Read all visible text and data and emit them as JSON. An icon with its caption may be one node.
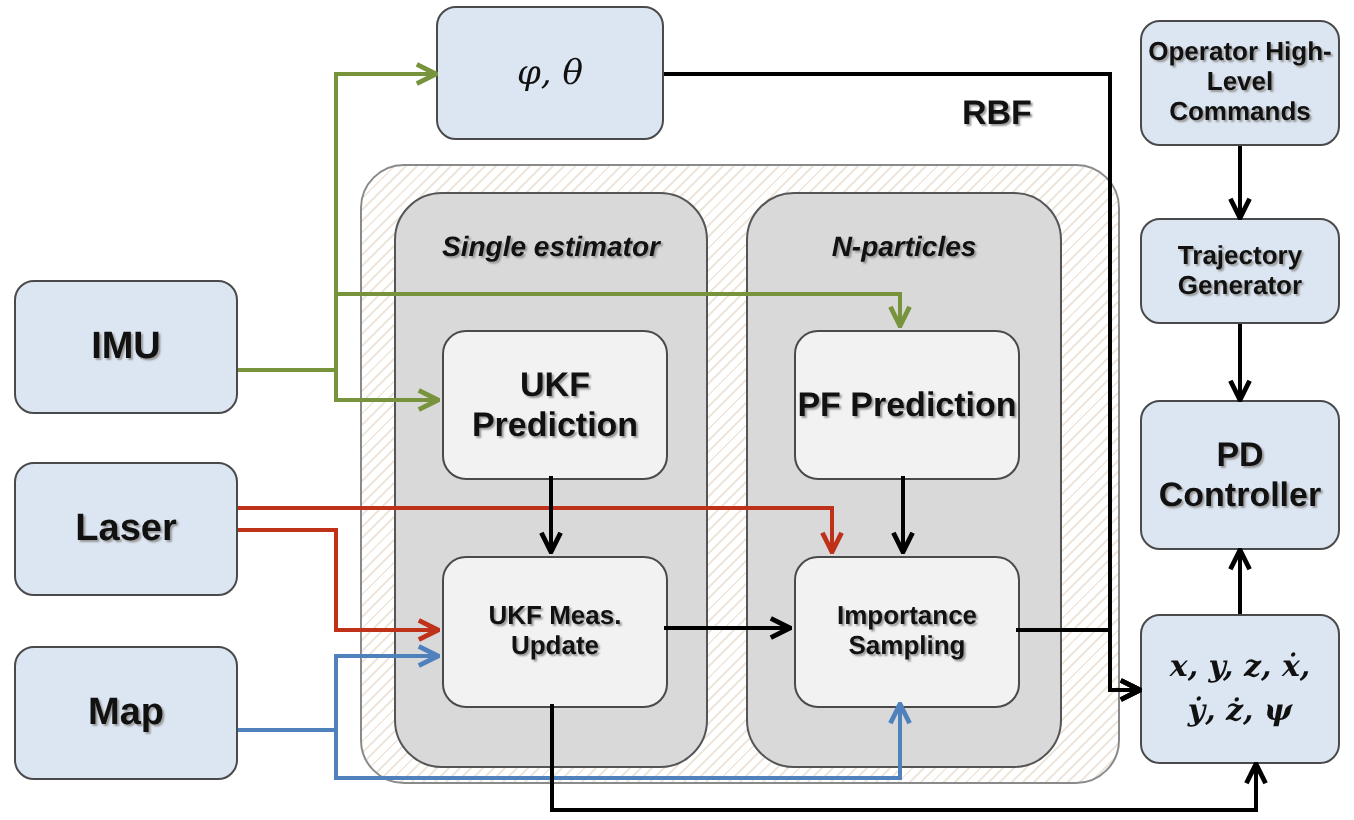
{
  "diagram": {
    "nodes": [
      {
        "text": [
          "φ, θ"
        ]
      },
      {
        "text": [
          "Operator High-Level Commands"
        ]
      },
      {
        "text": [
          "RBF"
        ]
      },
      {
        "text": [
          "Single estimator"
        ],
        "in": 2
      },
      {
        "text": [
          "UKF Prediction"
        ],
        "in": 3
      },
      {
        "text": [
          "UKF Meas. Update"
        ],
        "in": 3
      },
      {
        "text": [
          "N-particles"
        ],
        "in": 2
      },
      {
        "text": [
          "PF Prediction"
        ],
        "in": 6
      },
      {
        "text": [
          "Importance Sampling"
        ],
        "in": 6
      },
      {
        "text": [
          "IMU"
        ]
      },
      {
        "text": [
          "Trajectory Generator"
        ]
      },
      {
        "text": [
          "Laser"
        ]
      },
      {
        "text": [
          "PD Controller"
        ]
      },
      {
        "text": [
          "Map"
        ]
      },
      {
        "text": [
          "x, y, z, ẋ, ẏ, ż, ψ"
        ]
      }
    ],
    "edges": [
      {
        "from": 9,
        "to": 0,
        "arrow": "to",
        "color": "#77933c"
      },
      {
        "from": 9,
        "to": 4,
        "arrow": "to",
        "color": "#77933c"
      },
      {
        "from": 9,
        "to": 7,
        "arrow": "to",
        "color": "#77933c"
      },
      {
        "from": 11,
        "to": 8,
        "arrow": "to",
        "color": "#c0311a"
      },
      {
        "from": 11,
        "to": 5,
        "arrow": "to",
        "color": "#c0311a"
      },
      {
        "from": 13,
        "to": 5,
        "arrow": "to",
        "color": "#4f81bd"
      },
      {
        "from": 13,
        "to": 8,
        "arrow": "to",
        "color": "#4f81bd"
      },
      {
        "from": 4,
        "to": 5,
        "arrow": "to"
      },
      {
        "from": 7,
        "to": 8,
        "arrow": "to"
      },
      {
        "from": 5,
        "to": 8,
        "arrow": "to"
      },
      {
        "from": 8,
        "to": 14,
        "arrow": "to"
      },
      {
        "from": 0,
        "to": 14,
        "arrow": "to"
      },
      {
        "from": 5,
        "to": 14,
        "arrow": "to"
      },
      {
        "from": 1,
        "to": 10,
        "arrow": "to"
      },
      {
        "from": 10,
        "to": 12,
        "arrow": "to"
      },
      {
        "from": 14,
        "to": 12,
        "arrow": "to"
      }
    ]
  }
}
